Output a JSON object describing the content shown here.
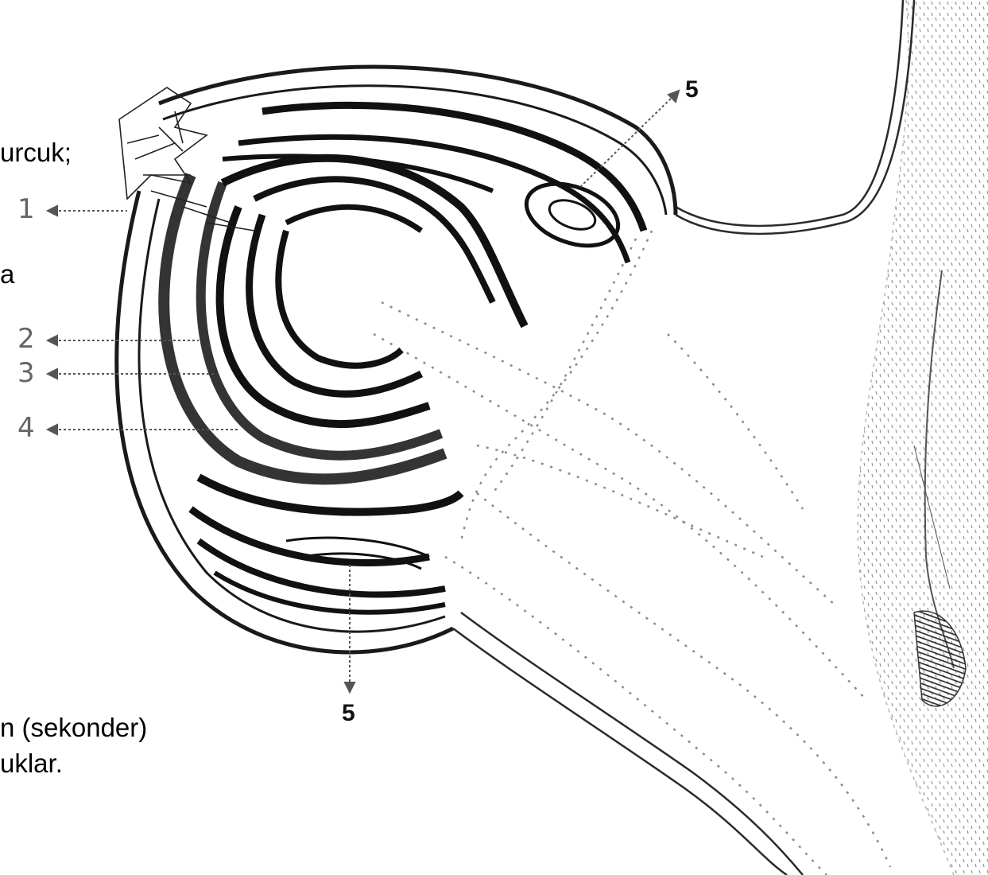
{
  "caption_fragments": {
    "line1": "urcuk;",
    "line2": "a",
    "line3": "n (sekonder)",
    "line4": "uklar."
  },
  "callouts": {
    "n1": "1",
    "n2": "2",
    "n3": "3",
    "n4": "4",
    "n5_top": "5",
    "n5_bottom": "5"
  },
  "colors": {
    "ink": "#1a1a1a",
    "dotted": "#8a8a8a",
    "background": "#ffffff"
  }
}
